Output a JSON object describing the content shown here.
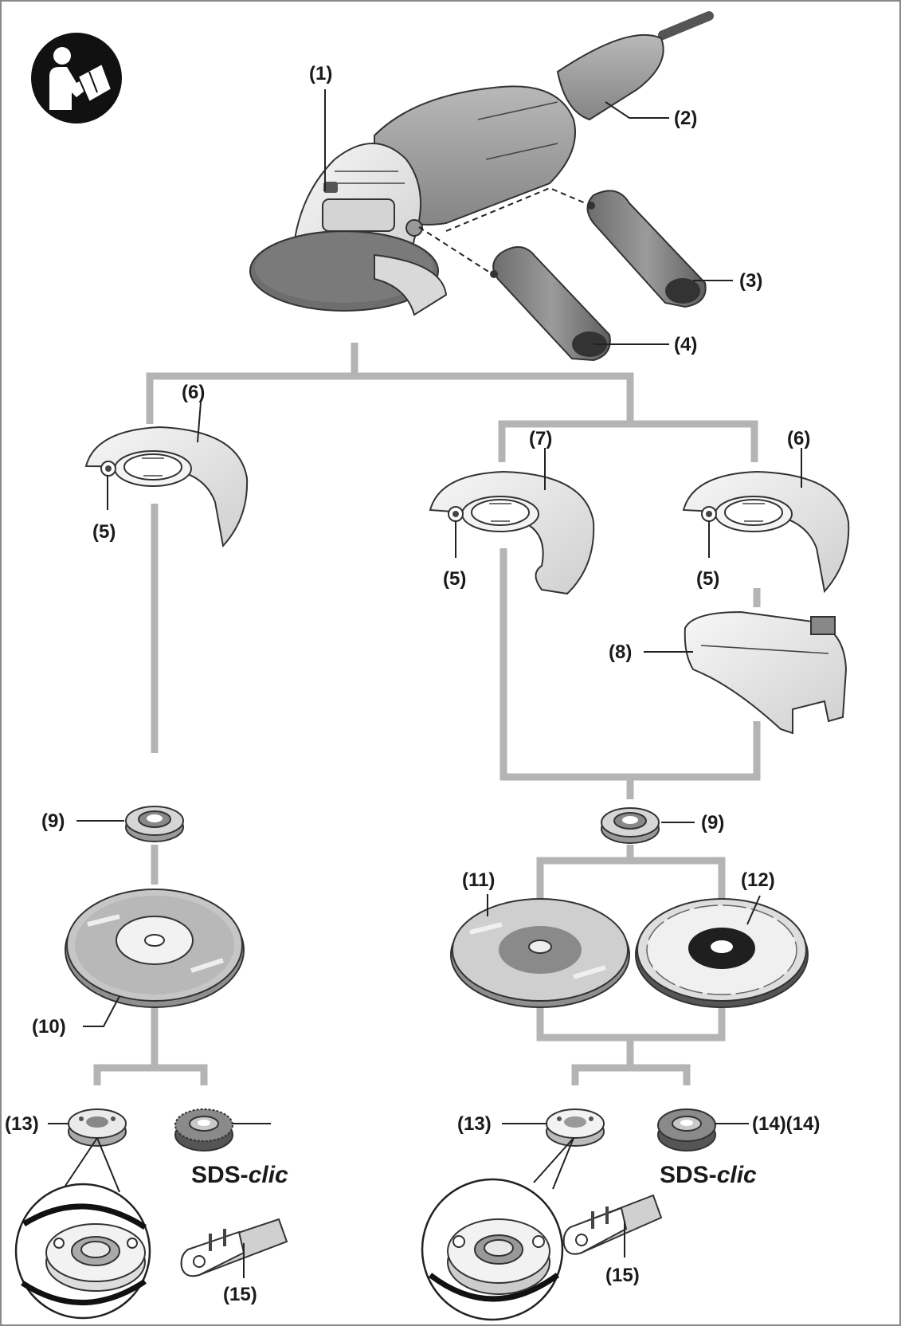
{
  "diagram": {
    "labels": {
      "p1": "(1)",
      "p2": "(2)",
      "p3": "(3)",
      "p4": "(4)",
      "p5_left": "(5)",
      "p5_mid": "(5)",
      "p5_right": "(5)",
      "p6_left": "(6)",
      "p6_right": "(6)",
      "p7": "(7)",
      "p8": "(8)",
      "p9_left": "(9)",
      "p9_right": "(9)",
      "p10": "(10)",
      "p11": "(11)",
      "p12": "(12)",
      "p13_left": "(13)",
      "p13_right": "(13)",
      "p14_right": "(14)(14)",
      "p15_left": "(15)",
      "p15_right": "(15)"
    },
    "sds_prefix": "SDS-",
    "sds_suffix": "clic",
    "icons": [
      "read-manual-icon"
    ],
    "colors": {
      "tree_lines": "#b4b4b4",
      "tool_body": "#9a9a9a",
      "disc_dark": "#5c5c5c",
      "part_light": "#e8e8e8"
    }
  }
}
